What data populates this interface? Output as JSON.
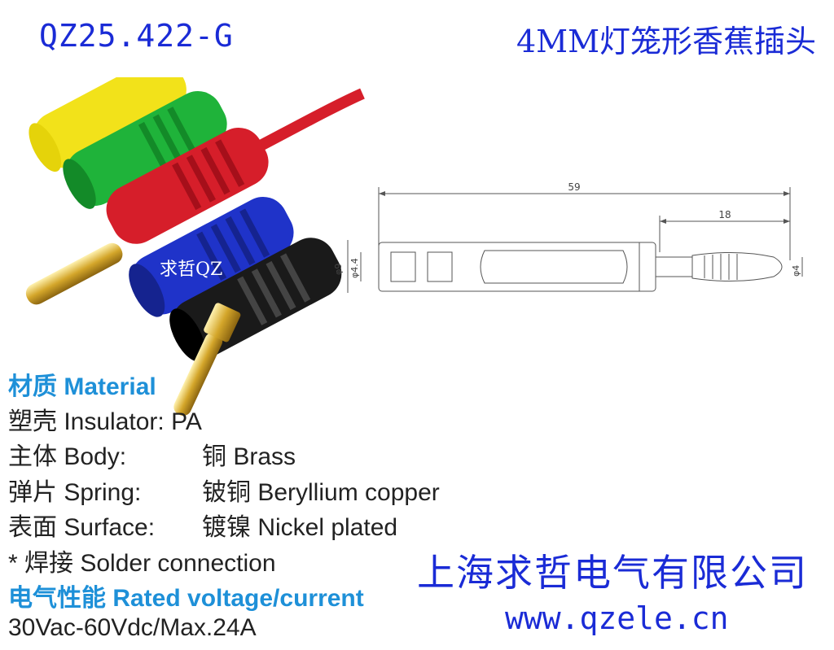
{
  "header": {
    "model": "QZ25.422-G",
    "title": "4MM灯笼形香蕉插头"
  },
  "watermark": "求哲QZ",
  "drawing": {
    "dim_total": "59",
    "dim_pin": "18",
    "dim_d9": "φ9",
    "dim_d44": "φ4.4",
    "dim_d4": "φ4"
  },
  "specs": {
    "material_heading": "材质 Material",
    "insulator_label": "塑壳 Insulator:",
    "insulator_value": "PA",
    "body_label": "主体 Body:",
    "body_value": "铜 Brass",
    "spring_label": "弹片 Spring:",
    "spring_value": "铍铜 Beryllium copper",
    "surface_label": "表面 Surface:",
    "surface_value": "镀镍 Nickel plated",
    "solder": "* 焊接 Solder connection",
    "rated_heading": "电气性能 Rated voltage/current",
    "rated_value": "30Vac-60Vdc/Max.24A"
  },
  "footer": {
    "company": "上海求哲电气有限公司",
    "website": "www.qzele.cn"
  },
  "colors": {
    "brand_blue": "#1a2bd6",
    "heading_blue": "#1e90d8",
    "plug_yellow": "#f2e21a",
    "plug_green": "#1fb33a",
    "plug_red": "#d61e2a",
    "plug_blue": "#1f33c9",
    "plug_black": "#1a1a1a",
    "gold": "#d4a62a"
  }
}
